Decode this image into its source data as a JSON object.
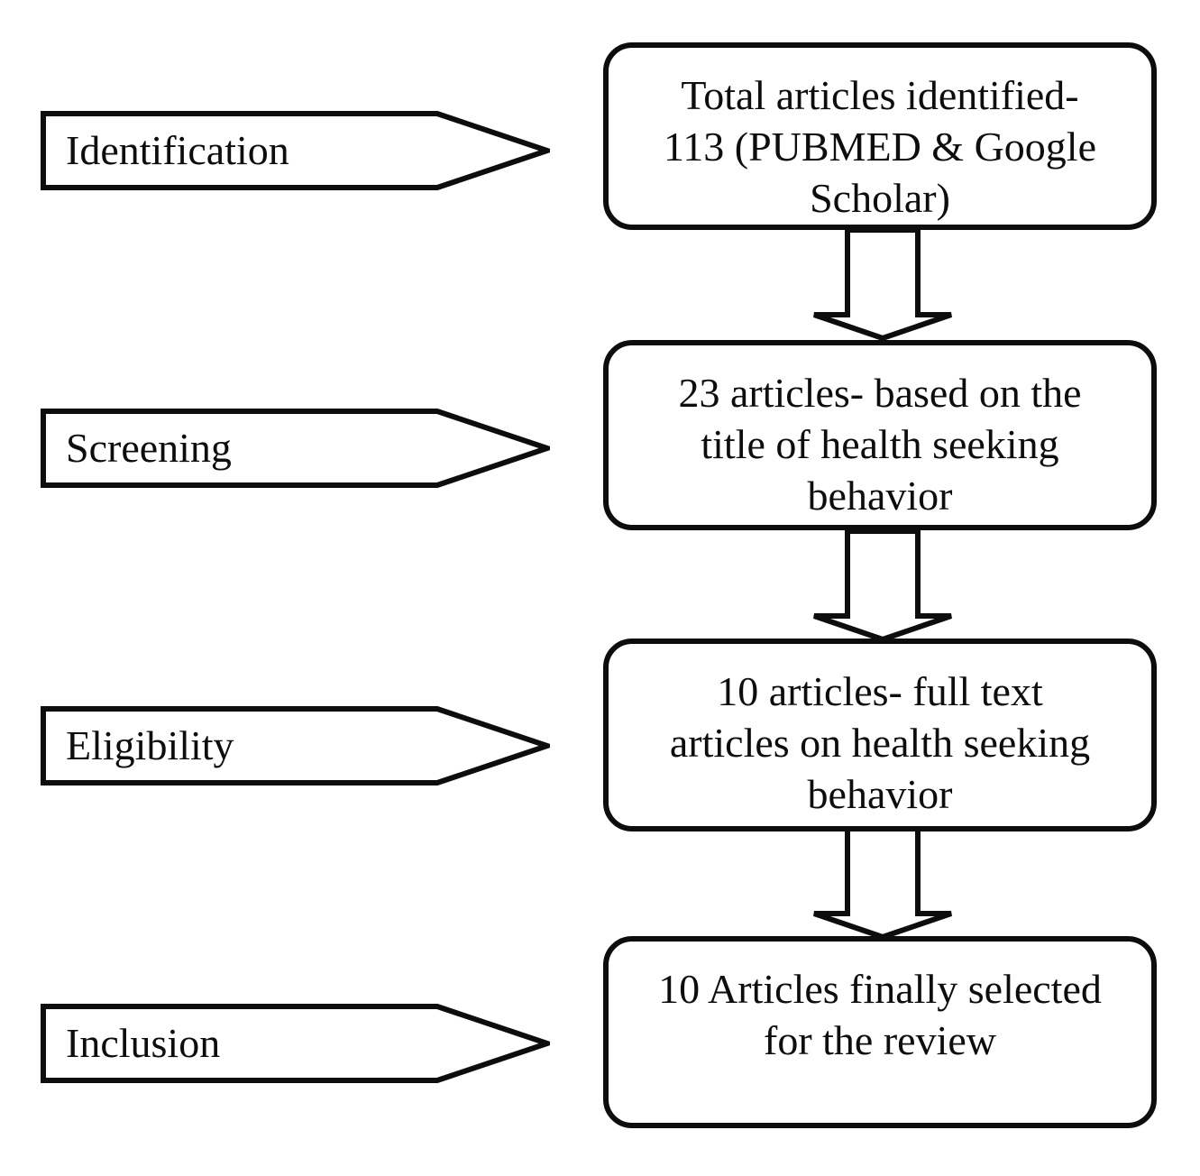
{
  "diagram": {
    "type": "flowchart",
    "orientation": "vertical",
    "connector_icon": "down-arrow",
    "colors": {
      "line": "#0d0d0d",
      "text": "#0d0d0d",
      "background": "#ffffff"
    },
    "stages": [
      {
        "label": "Identification",
        "box_text": "Total articles identified-\n113 (PUBMED & Google\nScholar)"
      },
      {
        "label": "Screening",
        "box_text": "23 articles- based on the\ntitle of health seeking\nbehavior"
      },
      {
        "label": "Eligibility",
        "box_text": "10 articles- full text\narticles on health seeking\nbehavior"
      },
      {
        "label": "Inclusion",
        "box_text": "10 Articles finally selected\nfor the review"
      }
    ]
  }
}
